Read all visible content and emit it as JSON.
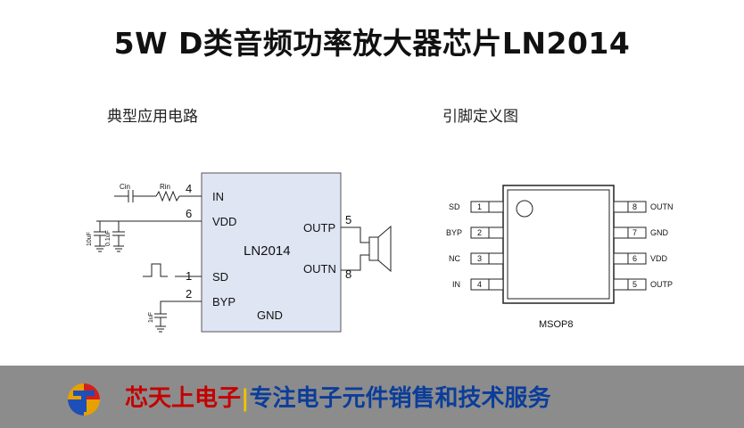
{
  "header": {
    "title": "5W D类音频功率放大器芯片LN2014"
  },
  "captions": {
    "circuit": "典型应用电路",
    "pinout": "引脚定义图"
  },
  "circuit": {
    "chip_name": "LN2014",
    "pins_left": [
      {
        "num": "4",
        "label": "IN"
      },
      {
        "num": "6",
        "label": "VDD"
      },
      {
        "num": "1",
        "label": "SD"
      },
      {
        "num": "2",
        "label": "BYP"
      }
    ],
    "pins_right": [
      {
        "num": "5",
        "label": "OUTP"
      },
      {
        "num": "8",
        "label": "OUTN"
      }
    ],
    "gnd_label": "GND",
    "components": {
      "cin": "Cin",
      "rin": "Rin",
      "c1": "10uF",
      "c2": "0.1uF",
      "c3": "1uF"
    }
  },
  "pinout": {
    "package": "MSOP8",
    "left": [
      {
        "num": "1",
        "label": "SD"
      },
      {
        "num": "2",
        "label": "BYP"
      },
      {
        "num": "3",
        "label": "NC"
      },
      {
        "num": "4",
        "label": "IN"
      }
    ],
    "right": [
      {
        "num": "8",
        "label": "OUTN"
      },
      {
        "num": "7",
        "label": "GND"
      },
      {
        "num": "6",
        "label": "VDD"
      },
      {
        "num": "5",
        "label": "OUTP"
      }
    ]
  },
  "footer": {
    "company": "芯天上电子",
    "separator": "|",
    "slogan": "专注电子元件销售和技术服务",
    "colors": {
      "company": "#c40000",
      "separator": "#f2c200",
      "slogan": "#0b3d9a",
      "bar": "#8c8c8c"
    }
  }
}
